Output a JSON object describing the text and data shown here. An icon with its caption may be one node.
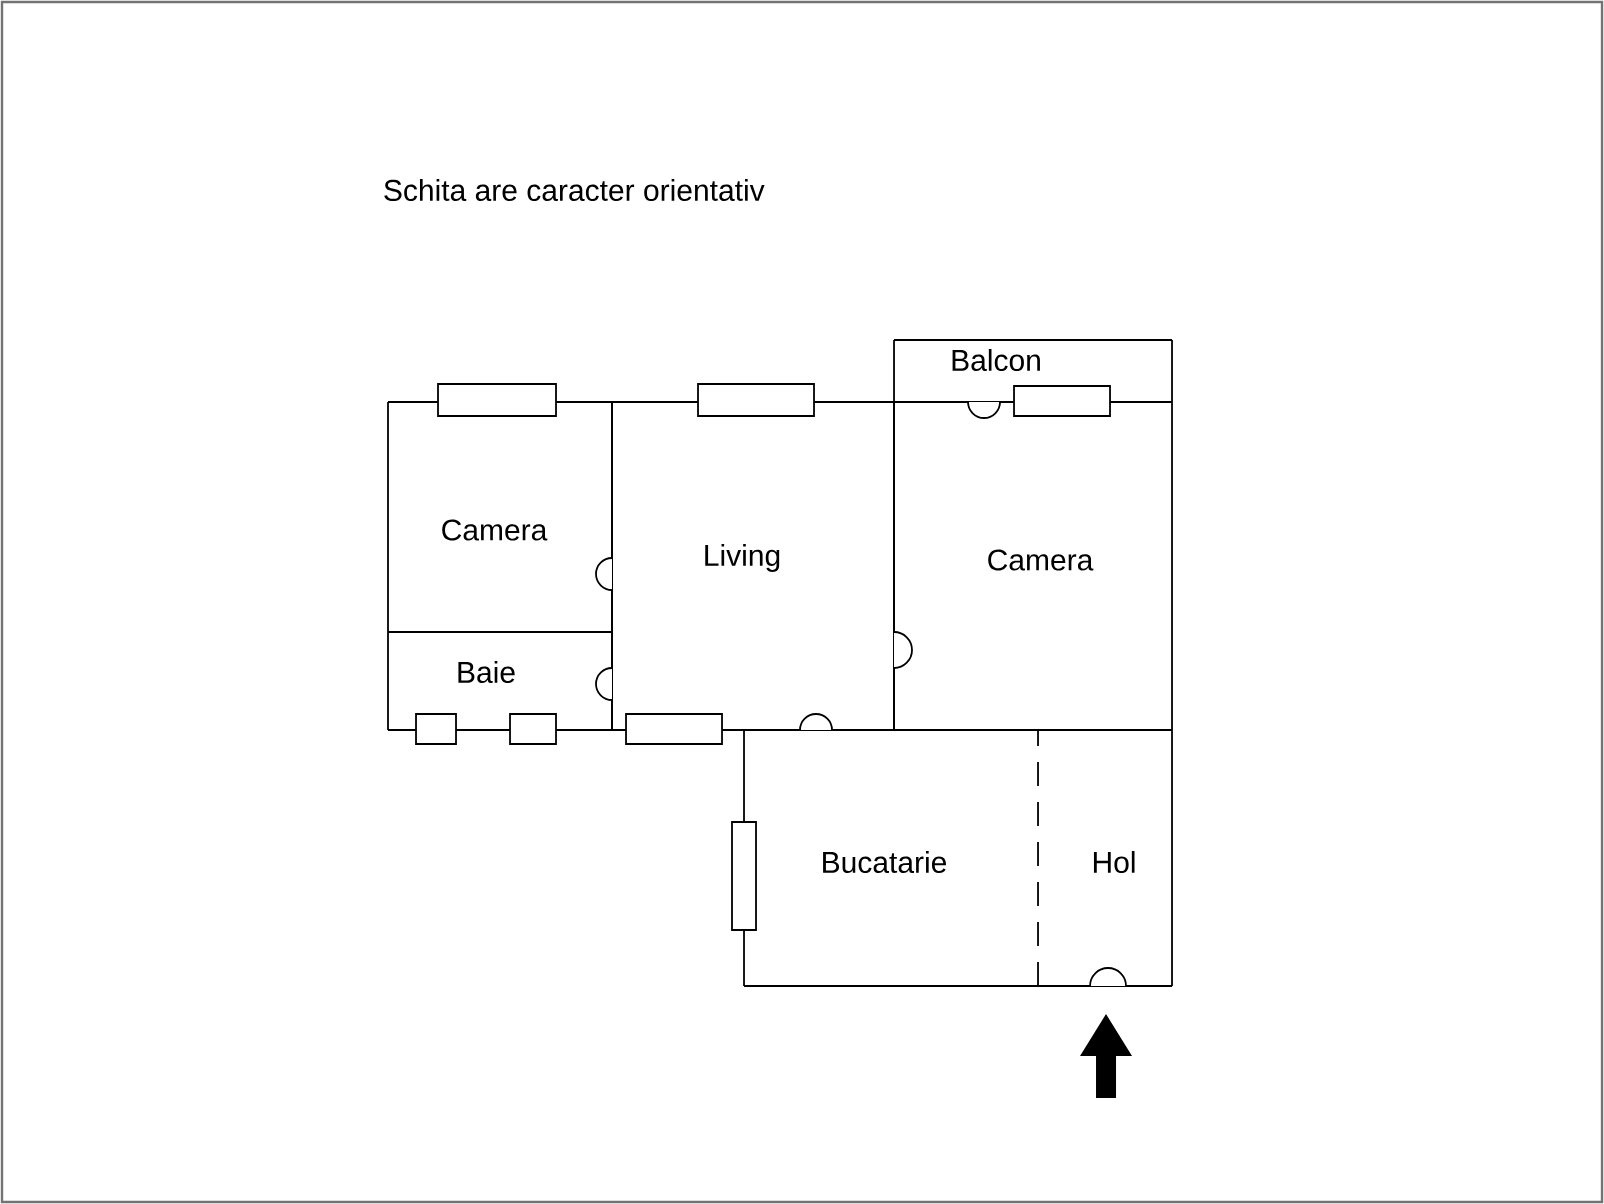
{
  "diagram": {
    "nodes": [
      {
        "text": [
          "Camera"
        ]
      },
      {
        "text": [
          "Baie"
        ]
      },
      {
        "text": [
          "Living"
        ]
      },
      {
        "text": [
          "Balcon"
        ]
      },
      {
        "text": [
          "Camera"
        ]
      },
      {
        "text": [
          "Bucatarie"
        ]
      },
      {
        "text": [
          "Hol"
        ]
      }
    ],
    "labels": [
      "Schita are caracter orientativ"
    ]
  }
}
